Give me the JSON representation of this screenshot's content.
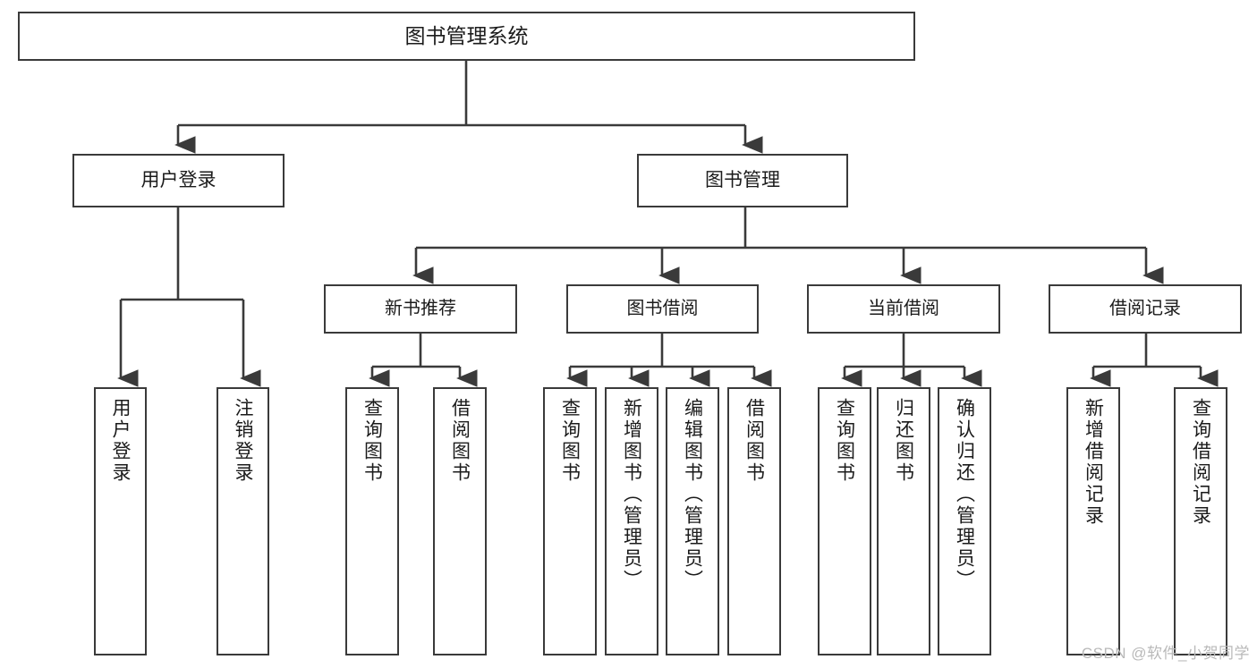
{
  "diagram": {
    "title": "图书管理系统",
    "type": "功能结构图",
    "root": {
      "id": "root",
      "label": "图书管理系统"
    },
    "level2": [
      {
        "id": "user-login",
        "label": "用户登录"
      },
      {
        "id": "book-management",
        "label": "图书管理"
      }
    ],
    "level3": [
      {
        "id": "new-book-recommend",
        "label": "新书推荐",
        "parent": "book-management"
      },
      {
        "id": "book-borrow",
        "label": "图书借阅",
        "parent": "book-management"
      },
      {
        "id": "current-borrow",
        "label": "当前借阅",
        "parent": "book-management"
      },
      {
        "id": "borrow-record",
        "label": "借阅记录",
        "parent": "book-management"
      }
    ],
    "leaves": {
      "user_login": [
        {
          "id": "leaf-user-login",
          "label": "用户登录"
        },
        {
          "id": "leaf-user-logout",
          "label": "注销登录"
        }
      ],
      "new_book_recommend": [
        {
          "id": "leaf-query-book-1",
          "label": "查询图书"
        },
        {
          "id": "leaf-borrow-book-1",
          "label": "借阅图书"
        }
      ],
      "book_borrow": [
        {
          "id": "leaf-query-book-2",
          "label": "查询图书"
        },
        {
          "id": "leaf-add-book",
          "label": "新增图书（管理员）"
        },
        {
          "id": "leaf-edit-book",
          "label": "编辑图书（管理员）"
        },
        {
          "id": "leaf-borrow-book-2",
          "label": "借阅图书"
        }
      ],
      "current_borrow": [
        {
          "id": "leaf-query-book-3",
          "label": "查询图书"
        },
        {
          "id": "leaf-return-book",
          "label": "归还图书"
        },
        {
          "id": "leaf-confirm-return",
          "label": "确认归还（管理员）"
        }
      ],
      "borrow_record": [
        {
          "id": "leaf-add-record",
          "label": "新增借阅记录"
        },
        {
          "id": "leaf-query-record",
          "label": "查询借阅记录"
        }
      ]
    }
  },
  "watermark": {
    "text": "CSDN @软件_小贺同学"
  },
  "colors": {
    "stroke": "#3a3a3a",
    "text": "#1b1b1b",
    "background": "#ffffff",
    "watermark": "#b9b9b9"
  }
}
